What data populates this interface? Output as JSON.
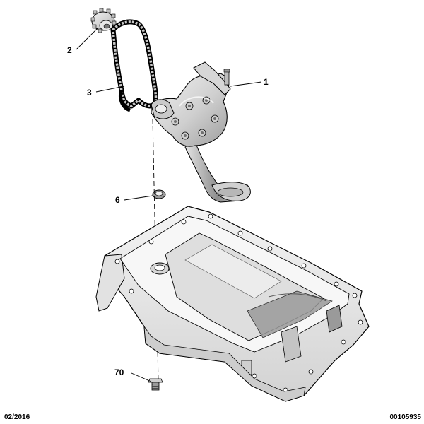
{
  "callouts": {
    "c1": "1",
    "c2": "2",
    "c3": "3",
    "c6": "6",
    "c70": "70"
  },
  "footer": {
    "date": "02/2016",
    "reference": "00105935"
  },
  "colors": {
    "line": "#000000",
    "part_fill": "#d8d8d8",
    "part_light": "#eeeeee",
    "part_shadow": "#9a9a9a",
    "background": "#ffffff"
  }
}
